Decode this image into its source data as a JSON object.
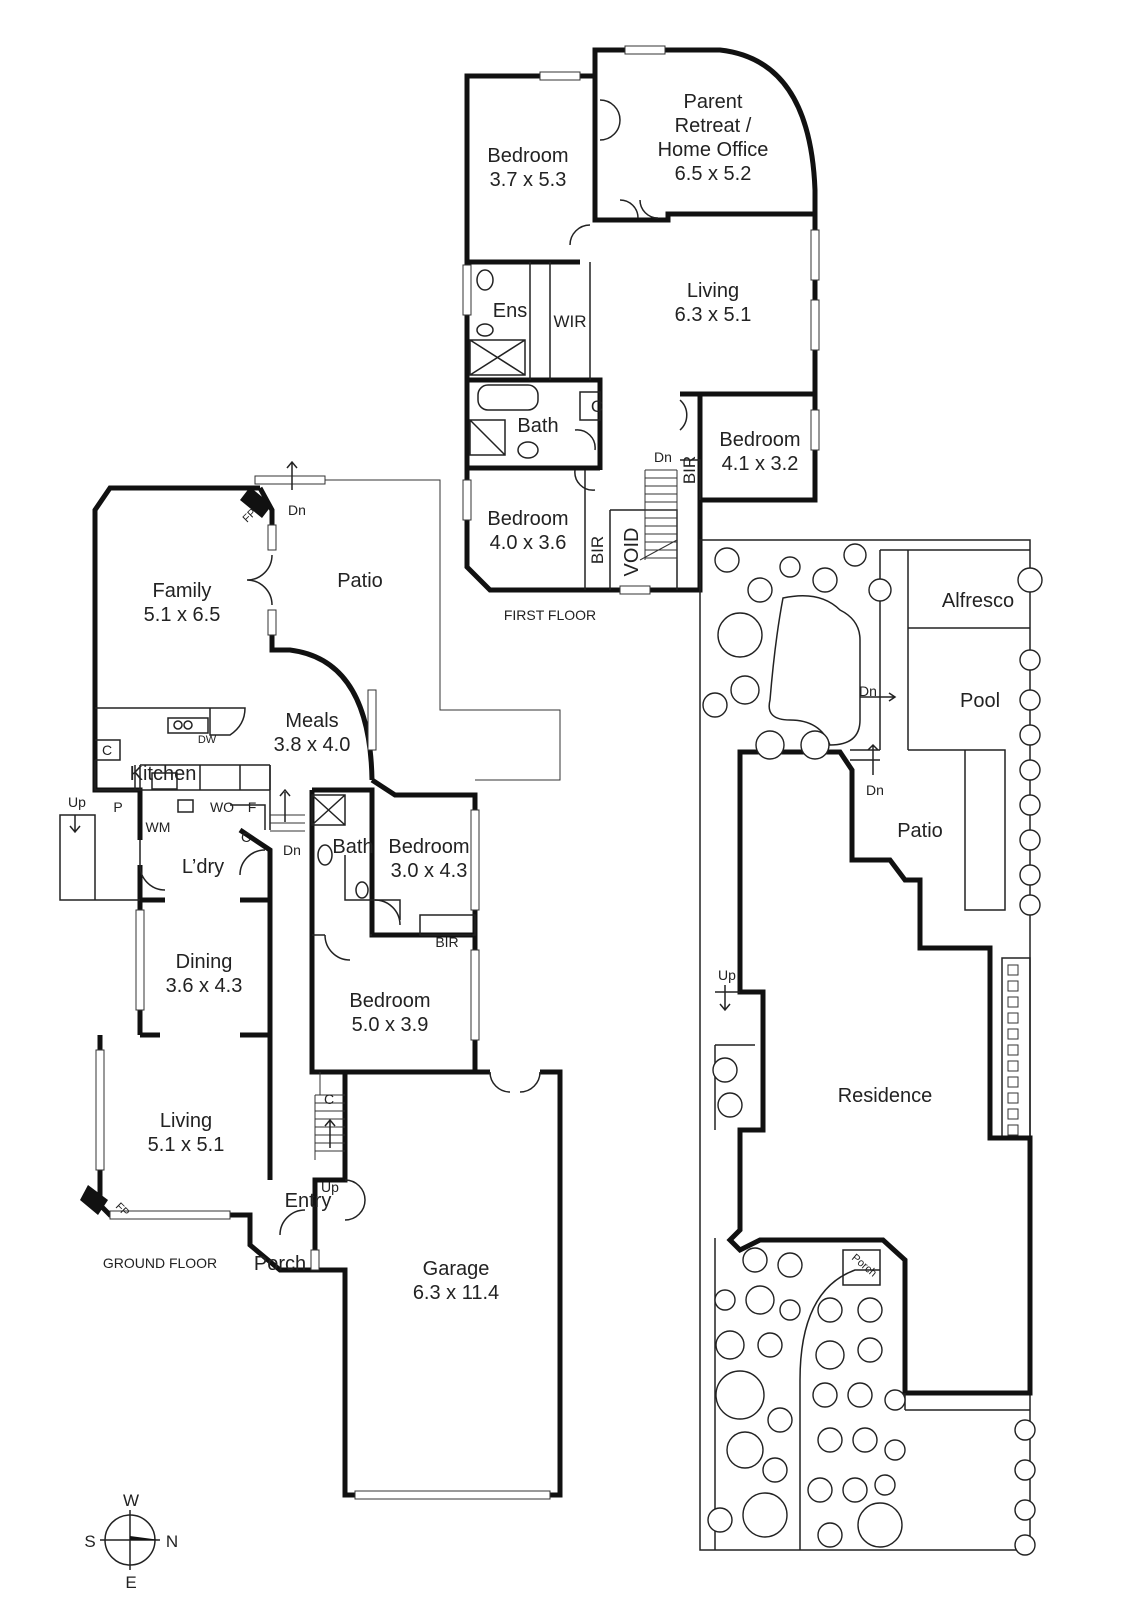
{
  "rooms": {
    "ff_bed1_name": "Bedroom",
    "ff_bed1_dim": "3.7 x 5.3",
    "ff_retreat_l1": "Parent",
    "ff_retreat_l2": "Retreat /",
    "ff_retreat_l3": "Home Office",
    "ff_retreat_dim": "6.5 x 5.2",
    "ff_living_name": "Living",
    "ff_living_dim": "6.3 x 5.1",
    "ff_ens": "Ens",
    "ff_wir": "WIR",
    "ff_c": "C",
    "ff_bath": "Bath",
    "ff_bed2_name": "Bedroom",
    "ff_bed2_dim": "4.1 x 3.2",
    "ff_bir1": "BIR",
    "ff_dn": "Dn",
    "ff_bed3_name": "Bedroom",
    "ff_bed3_dim": "4.0 x 3.6",
    "ff_bir2": "BIR",
    "ff_void": "VOID",
    "gf_family_name": "Family",
    "gf_family_dim": "5.1 x 6.5",
    "gf_patio": "Patio",
    "gf_dn1": "Dn",
    "gf_fp1": "FP",
    "gf_meals_name": "Meals",
    "gf_meals_dim": "3.8 x 4.0",
    "gf_dw": "DW",
    "gf_c1": "C",
    "gf_kitchen": "Kitchen",
    "gf_up1": "Up",
    "gf_p": "P",
    "gf_wo": "WO",
    "gf_f": "F",
    "gf_wm": "WM",
    "gf_c2": "C",
    "gf_dn2": "Dn",
    "gf_ldry": "L’dry",
    "gf_bath": "Bath",
    "gf_bed1_name": "Bedroom",
    "gf_bed1_dim": "3.0 x 4.3",
    "gf_bir": "BIR",
    "gf_dining_name": "Dining",
    "gf_dining_dim": "3.6 x 4.3",
    "gf_bed2_name": "Bedroom",
    "gf_bed2_dim": "5.0 x 3.9",
    "gf_c3": "C",
    "gf_up2": "Up",
    "gf_living_name": "Living",
    "gf_living_dim": "5.1 x 5.1",
    "gf_fp2": "FP",
    "gf_entry": "Entry",
    "gf_porch": "Porch",
    "gf_garage_name": "Garage",
    "gf_garage_dim": "6.3 x 11.4"
  },
  "floor_labels": {
    "first": "FIRST FLOOR",
    "ground": "GROUND FLOOR"
  },
  "site": {
    "alfresco": "Alfresco",
    "pool": "Pool",
    "dn1": "Dn",
    "dn2": "Dn",
    "patio": "Patio",
    "up": "Up",
    "residence": "Residence",
    "porch": "Porch"
  },
  "compass": {
    "w": "W",
    "n": "N",
    "s": "S",
    "e": "E"
  }
}
